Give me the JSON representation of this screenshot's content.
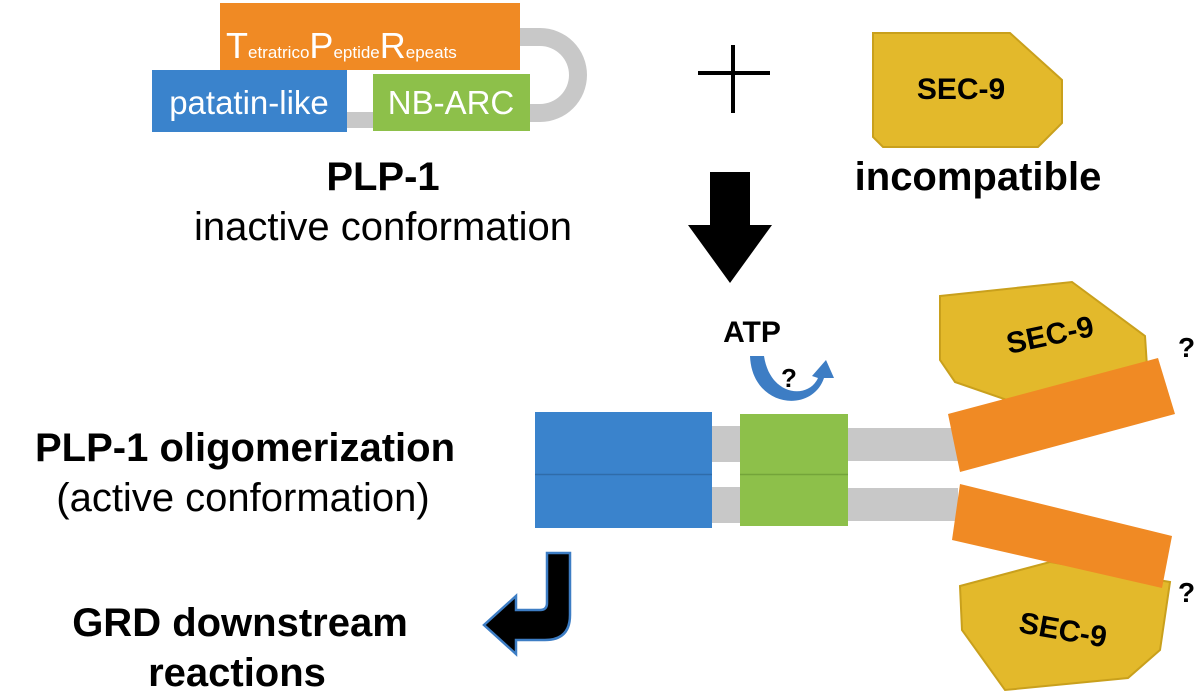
{
  "inactive": {
    "tpr_letters": [
      "T",
      "P",
      "R"
    ],
    "tpr_suffixes": [
      "etratrico",
      "eptide",
      "epeats"
    ],
    "patatin_label": "patatin-like",
    "nbarc_label": "NB-ARC",
    "title": "PLP-1",
    "subtitle": "inactive conformation"
  },
  "plus_symbol": "+",
  "sec9_top": {
    "label": "SEC-9",
    "caption": "incompatible"
  },
  "active": {
    "title": "PLP-1 oligomerization",
    "subtitle": "(active conformation)",
    "atp_label": "ATP",
    "atp_question": "?",
    "sec9_upper_label": "SEC-9",
    "sec9_lower_label": "SEC-9",
    "question_upper": "?",
    "question_lower": "?"
  },
  "downstream": {
    "line1": "GRD downstream",
    "line2": "reactions"
  },
  "colors": {
    "orange": "#f08a24",
    "orange_dark": "#e97a10",
    "blue": "#3a83cc",
    "green": "#8dc04a",
    "gold": "#e3b92b",
    "gold_dark": "#c9a01c",
    "gray": "#c8c8c8",
    "black": "#000000",
    "arrow_blue": "#3d7dc4"
  }
}
